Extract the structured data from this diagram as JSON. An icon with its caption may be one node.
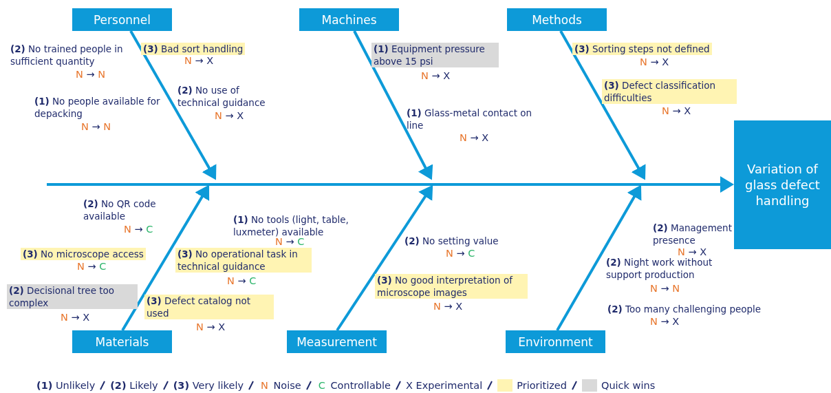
{
  "diagram": {
    "nodes": [
      {
        "text": [
          "Personnel"
        ]
      },
      {
        "text": [
          "**(2)** No trained people in sufficient quantity"
        ],
        "beside": [
          "N → N"
        ]
      },
      {
        "text": [
          "**(3)** Bad sort handling"
        ],
        "beside": [
          "N → X"
        ]
      },
      {
        "text": [
          "**(1)** No people available for depacking"
        ],
        "beside": [
          "N → N"
        ]
      },
      {
        "text": [
          "**(2)** No use of technical guidance"
        ],
        "beside": [
          "N → X"
        ]
      },
      {
        "text": [
          "Machines"
        ]
      },
      {
        "text": [
          "**(1)** Equipment pressure above 15 psi"
        ],
        "beside": [
          "N → X"
        ]
      },
      {
        "text": [
          "**(1)** Glass-metal contact on line"
        ],
        "beside": [
          "N → X"
        ]
      },
      {
        "text": [
          "Methods"
        ]
      },
      {
        "text": [
          "**(3)** Sorting steps not defined"
        ],
        "beside": [
          "N → X"
        ]
      },
      {
        "text": [
          "**(3)** Defect classification difficulties"
        ],
        "beside": [
          "N → X"
        ]
      },
      {
        "text": [
          "Variation of glass defect handling"
        ]
      },
      {
        "text": [
          "Materials"
        ]
      },
      {
        "text": [
          "**(2)** No QR code available"
        ],
        "beside": [
          "N → C"
        ]
      },
      {
        "text": [
          "**(3)** No microscope access"
        ],
        "beside": [
          "N → C"
        ]
      },
      {
        "text": [
          "**(2)** Decisional tree too complex"
        ],
        "beside": [
          "N → X"
        ]
      },
      {
        "text": [
          "**(3)** Defect catalog not used"
        ],
        "beside": [
          "N → X"
        ]
      },
      {
        "text": [
          "**(1)** No tools (light, table, luxmeter) available"
        ],
        "beside": [
          "N → C"
        ]
      },
      {
        "text": [
          "**(3)** No operational task in technical guidance"
        ],
        "beside": [
          "N → C"
        ]
      },
      {
        "text": [
          "Measurement"
        ]
      },
      {
        "text": [
          "**(2)** No setting value"
        ],
        "beside": [
          "N → C"
        ]
      },
      {
        "text": [
          "**(3)** No good interpretation of microscope images"
        ],
        "beside": [
          "N → X"
        ]
      },
      {
        "text": [
          "Environment"
        ]
      },
      {
        "text": [
          "**(2)** Management presence"
        ],
        "beside": [
          "N → X"
        ]
      },
      {
        "text": [
          "**(2)** Night work without support production"
        ],
        "beside": [
          "N → N"
        ]
      },
      {
        "text": [
          "**(2)** Too many challenging people"
        ],
        "beside": [
          "N → X"
        ]
      }
    ],
    "edges": [
      {
        "from": null,
        "to": 11,
        "arrow": "to"
      },
      {
        "from": 0,
        "to": null,
        "arrow": "to"
      },
      {
        "from": 5,
        "to": null,
        "arrow": "to"
      },
      {
        "from": 8,
        "to": null,
        "arrow": "to"
      },
      {
        "from": 12,
        "to": null,
        "arrow": "to"
      },
      {
        "from": 19,
        "to": null,
        "arrow": "to"
      },
      {
        "from": 22,
        "to": null,
        "arrow": "to"
      }
    ],
    "legend": [
      {
        "text": "**(1)** Unlikely"
      },
      {
        "text": "**(2)** Likely"
      },
      {
        "text": "**(3)** Very likely"
      },
      {
        "text": "N Noise"
      },
      {
        "text": "C Controllable"
      },
      {
        "text": "X Experimental"
      },
      {
        "text": "Prioritized",
        "color": "#fff4b3"
      },
      {
        "text": "Quick wins",
        "color": "#d9d9d9"
      }
    ]
  }
}
